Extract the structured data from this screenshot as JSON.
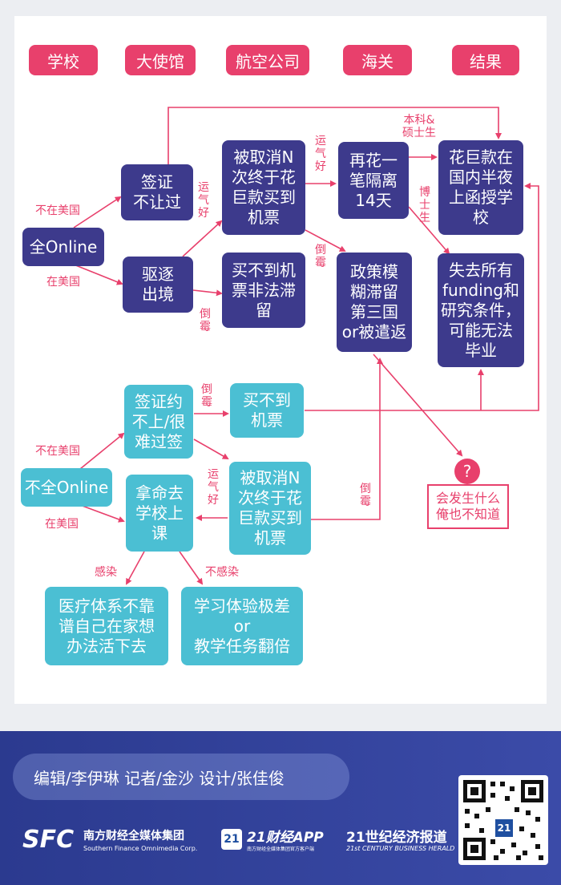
{
  "headers": [
    "学校",
    "大使馆",
    "航空公司",
    "海关",
    "结果"
  ],
  "nodes": {
    "all_online": "全Online",
    "visa_denied": "签证\n不让过",
    "deported": "驱逐\n出境",
    "flights_cancelled_1": "被取消N\n次终于花\n巨款买到\n机票",
    "no_ticket_stranded": "买不到机\n票非法滞\n留",
    "quarantine": "再花一\n笔隔离\n14天",
    "policy_third_country": "政策模\n糊滞留\n第三国\nor被遣返",
    "late_night_class": "花巨款在\n国内半夜\n上函授学\n校",
    "lose_funding": "失去所有\nfunding和\n研究条件，\n可能无法\n毕业",
    "not_all_online": "不全Online",
    "visa_appt_hard": "签证约\n不上/很\n难过签",
    "no_ticket_2": "买不到\n机票",
    "risk_class": "拿命去\n学校上\n课",
    "flights_cancelled_2": "被取消N\n次终于花\n巨款买到\n机票",
    "infected_care": "医疗体系不靠\n谱自己在家想\n办法活下去",
    "bad_learning": "学习体验极差\nor\n教学任务翻倍",
    "question_mark": "?",
    "unknown_outcome": "会发生什么\n俺也不知道"
  },
  "edge_labels": {
    "not_in_us_1": "不在美国",
    "in_us_1": "在美国",
    "lucky_1": "运气好",
    "unlucky_1": "倒霉",
    "lucky_2": "运气好",
    "unlucky_2": "倒霉",
    "undergrad_master": "本科&\n硕士生",
    "phd": "博士生",
    "not_in_us_2": "不在美国",
    "in_us_2": "在美国",
    "unlucky_3": "倒霉",
    "lucky_3": "运气好",
    "unlucky_4": "倒霉",
    "infected": "感染",
    "not_infected": "不感染"
  },
  "footer": {
    "credits": "编辑/李伊琳  记者/金沙  设计/张佳俊",
    "logo_sfc": "SFC",
    "logo_sfc_cn": "南方财经全媒体集团",
    "logo_sfc_en": "Southern Finance Omnimedia Corp.",
    "logo_app_badge": "21",
    "logo_app": "21财经APP",
    "logo_app_sub": "南方财经全媒体集团官方客户端",
    "logo_herald_cn": "21世纪经济报道",
    "logo_herald_en": "21st CENTURY BUSINESS HERALD",
    "qr_badge": "21"
  },
  "colors": {
    "accent": "#e8406c",
    "dark_node": "#3d3a8c",
    "cyan_node": "#4bbfd3",
    "footer_bg": "#2b3a8f"
  }
}
